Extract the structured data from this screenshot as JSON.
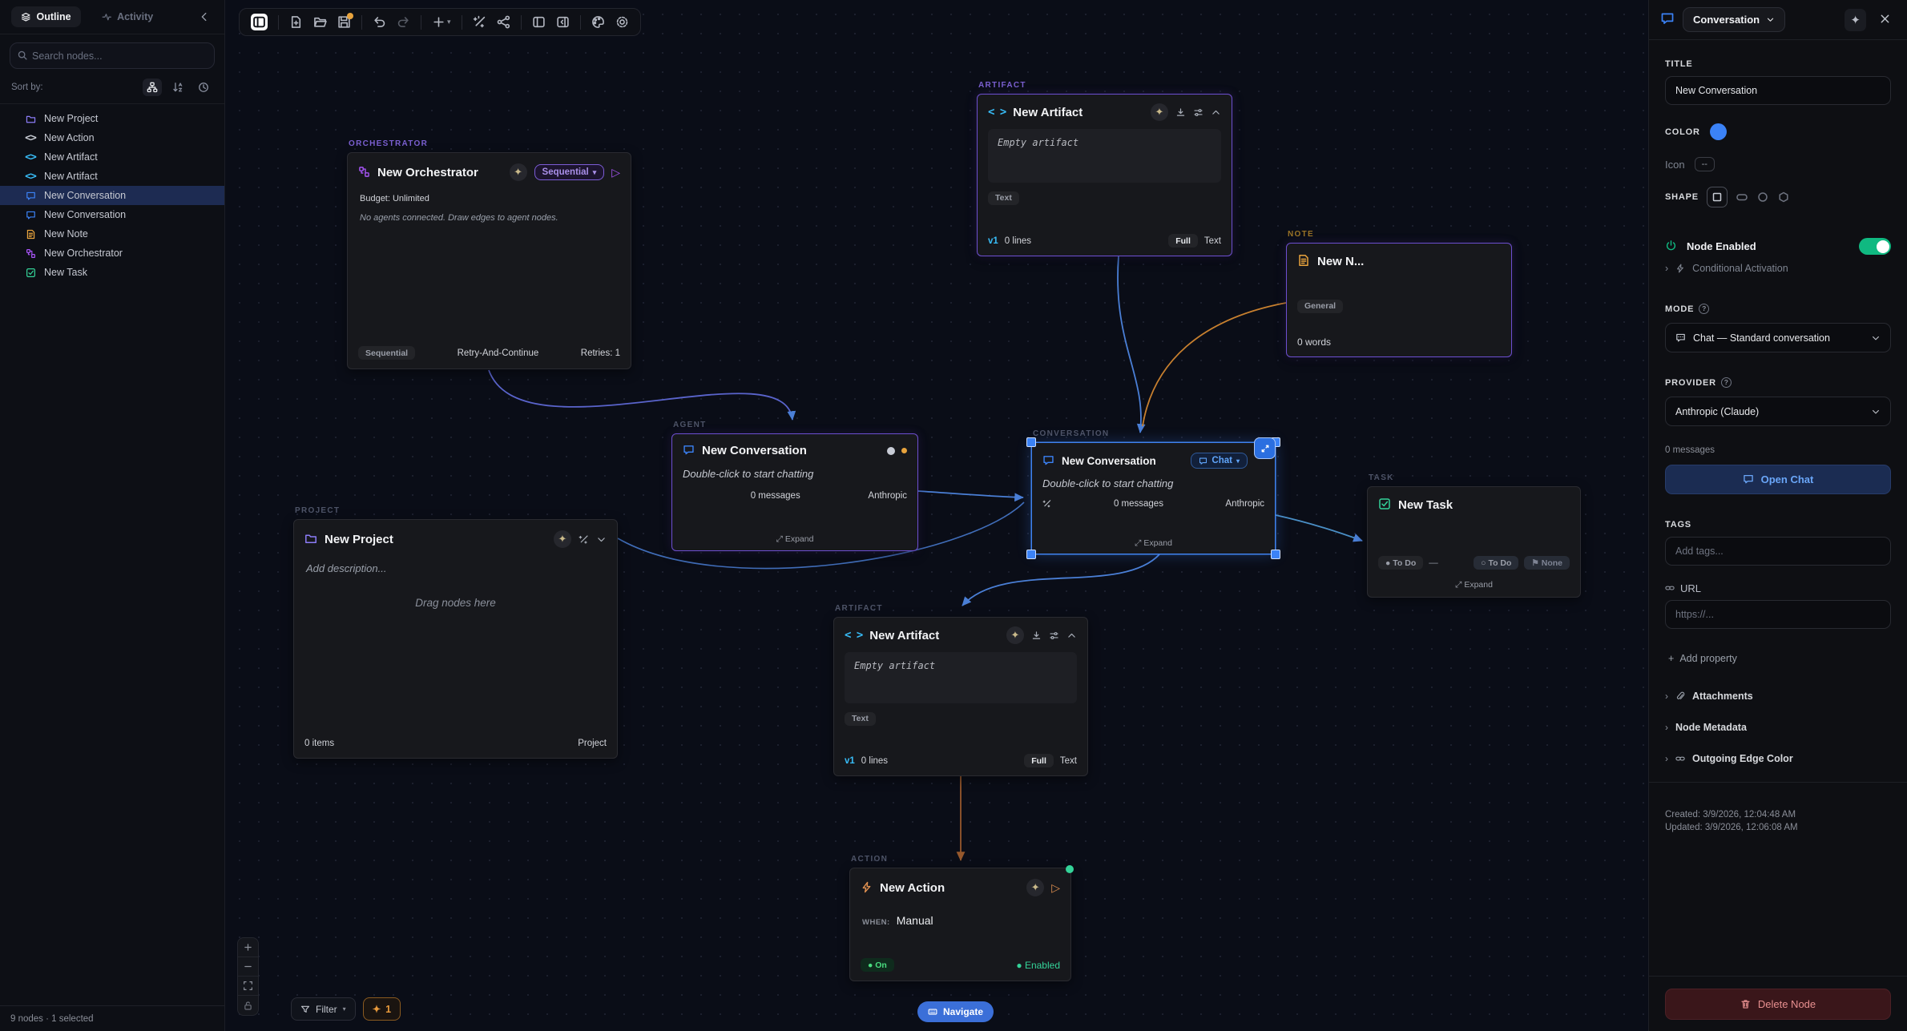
{
  "colors": {
    "accent_blue": "#3b82f6",
    "purple": "#8b5cf6",
    "orange": "#e8a33d",
    "green": "#10b981",
    "cyan": "#38bdf8",
    "red": "#e89090"
  },
  "sidebar": {
    "tab_outline": "Outline",
    "tab_activity": "Activity",
    "search_placeholder": "Search nodes...",
    "sort_label": "Sort by:",
    "items": [
      {
        "label": "New Project",
        "icon": "folder-icon"
      },
      {
        "label": "New Action",
        "icon": "code-icon"
      },
      {
        "label": "New Artifact",
        "icon": "code-icon"
      },
      {
        "label": "New Artifact",
        "icon": "code-icon"
      },
      {
        "label": "New Conversation",
        "icon": "chat-icon",
        "selected": true
      },
      {
        "label": "New Conversation",
        "icon": "chat-icon"
      },
      {
        "label": "New Note",
        "icon": "note-icon"
      },
      {
        "label": "New Orchestrator",
        "icon": "network-icon"
      },
      {
        "label": "New Task",
        "icon": "check-square-icon"
      }
    ],
    "status": "9 nodes · 1 selected"
  },
  "canvas": {
    "orchestrator": {
      "label": "ORCHESTRATOR",
      "title": "New Orchestrator",
      "mode": "Sequential",
      "budget": "Budget: Unlimited",
      "empty": "No agents connected. Draw edges to agent nodes.",
      "footer_mode": "Sequential",
      "footer_policy": "Retry-And-Continue",
      "footer_retries": "Retries: 1"
    },
    "artifact_top": {
      "label": "ARTIFACT",
      "title": "New Artifact",
      "empty": "Empty artifact",
      "type_badge": "Text",
      "version": "v1",
      "lines": "0 lines",
      "view_full": "Full",
      "view_text": "Text"
    },
    "artifact_bottom": {
      "label": "ARTIFACT",
      "title": "New Artifact",
      "empty": "Empty artifact",
      "type_badge": "Text",
      "version": "v1",
      "lines": "0 lines",
      "view_full": "Full",
      "view_text": "Text"
    },
    "note": {
      "label": "NOTE",
      "title": "New N...",
      "category": "General",
      "words": "0 words"
    },
    "agent": {
      "label": "AGENT",
      "title": "New Conversation",
      "hint": "Double-click to start chatting",
      "messages": "0 messages",
      "provider": "Anthropic",
      "expand": "Expand"
    },
    "conversation": {
      "label": "CONVERSATION",
      "title": "New Conversation",
      "mode": "Chat",
      "hint": "Double-click to start chatting",
      "messages": "0 messages",
      "provider": "Anthropic",
      "expand": "Expand"
    },
    "task": {
      "label": "TASK",
      "title": "New Task",
      "status_badge": "To Do",
      "dash": "—",
      "status_pill": "To Do",
      "priority_pill": "None",
      "expand": "Expand"
    },
    "project": {
      "label": "PROJECT",
      "title": "New Project",
      "description_placeholder": "Add description...",
      "drop_hint": "Drag nodes here",
      "items_count": "0 items",
      "type": "Project"
    },
    "action": {
      "label": "ACTION",
      "title": "New Action",
      "when_label": "WHEN:",
      "when_value": "Manual",
      "on_badge": "On",
      "enabled": "Enabled"
    }
  },
  "bottombar": {
    "filter": "Filter",
    "ai_count": "1",
    "navigate": "Navigate"
  },
  "panel": {
    "type": "Conversation",
    "title_label": "TITLE",
    "title_value": "New Conversation",
    "color_label": "COLOR",
    "icon_label": "Icon",
    "icon_value": "--",
    "shape_label": "SHAPE",
    "enabled_label": "Node Enabled",
    "conditional": "Conditional Activation",
    "mode_label": "MODE",
    "mode_value": "Chat — Standard conversation",
    "provider_label": "PROVIDER",
    "provider_value": "Anthropic (Claude)",
    "messages": "0 messages",
    "open_chat": "Open Chat",
    "tags_label": "TAGS",
    "tags_placeholder": "Add tags...",
    "url_label": "URL",
    "url_placeholder": "https://...",
    "add_property": "Add property",
    "attachments": "Attachments",
    "metadata": "Node Metadata",
    "edge_color": "Outgoing Edge Color",
    "created": "Created: 3/9/2026, 12:04:48 AM",
    "updated": "Updated: 3/9/2026, 12:06:08 AM",
    "delete": "Delete Node"
  }
}
